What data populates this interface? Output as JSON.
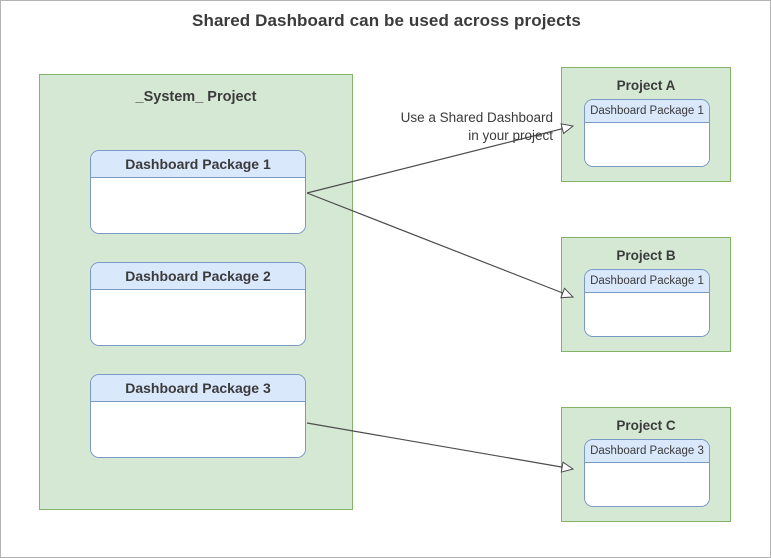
{
  "diagram": {
    "title": "Shared Dashboard can be used across projects",
    "edge_label": {
      "line1": "Use a Shared Dashboard",
      "line2": "in your project"
    },
    "colors": {
      "container_fill": "#d5e8d4",
      "container_stroke": "#82b366",
      "package_header_fill": "#dae8fc",
      "package_stroke": "#7a99c6",
      "package_body_fill": "#ffffff",
      "edge_stroke": "#4d4d4d",
      "text": "#3b3b3b",
      "page_border": "#b3b3b3"
    },
    "source_container": {
      "title": "_System_ Project",
      "packages": [
        {
          "title": "Dashboard Package 1"
        },
        {
          "title": "Dashboard Package 2"
        },
        {
          "title": "Dashboard Package 3"
        }
      ]
    },
    "target_containers": [
      {
        "title": "Project A",
        "package": {
          "title": "Dashboard Package 1"
        }
      },
      {
        "title": "Project B",
        "package": {
          "title": "Dashboard Package 1"
        }
      },
      {
        "title": "Project C",
        "package": {
          "title": "Dashboard Package 3"
        }
      }
    ],
    "edges": [
      {
        "from": "Dashboard Package 1",
        "to": "Project A",
        "arrowhead": "open-triangle"
      },
      {
        "from": "Dashboard Package 1",
        "to": "Project B",
        "arrowhead": "open-triangle"
      },
      {
        "from": "Dashboard Package 3",
        "to": "Project C",
        "arrowhead": "open-triangle"
      }
    ]
  }
}
